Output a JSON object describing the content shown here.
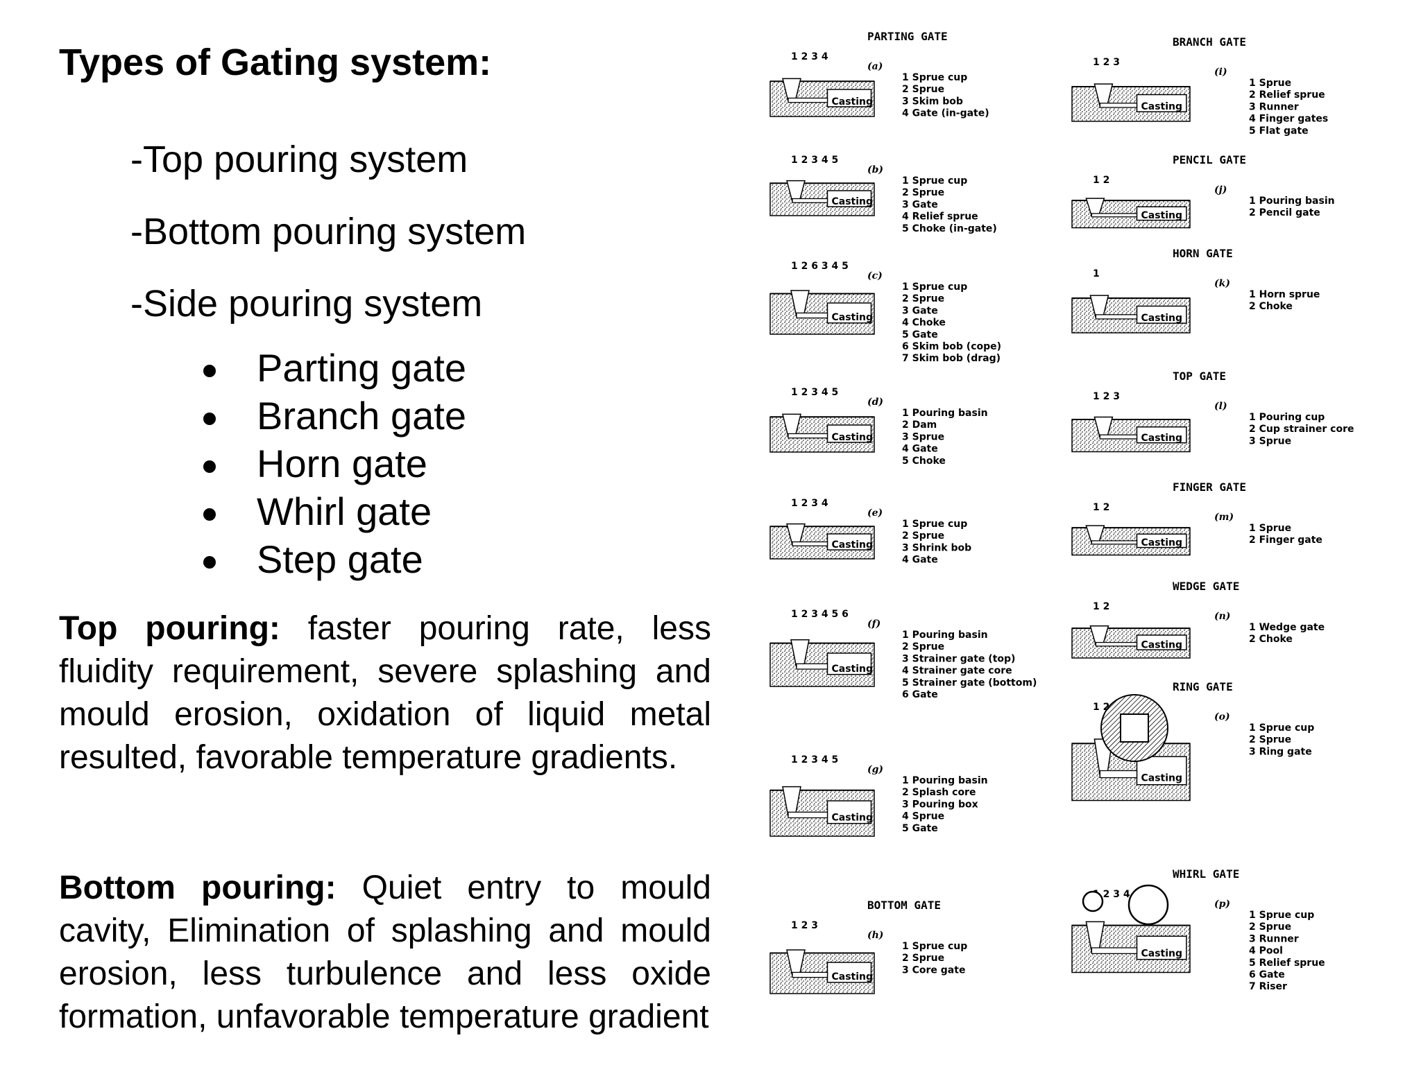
{
  "heading": "Types of Gating system:",
  "pouring_systems": [
    "-Top pouring system",
    "-Bottom pouring system",
    "-Side pouring system"
  ],
  "side_gates": [
    "Parting gate",
    "Branch gate",
    "Horn gate",
    "Whirl gate",
    "Step gate"
  ],
  "top_pouring": {
    "label": "Top pouring:",
    "text": "faster pouring rate, less fluidity requirement, severe splashing and mould erosion, oxidation of liquid metal resulted, favorable temperature gradients."
  },
  "bottom_pouring": {
    "label": "Bottom pouring:",
    "text": "Quiet entry to mould cavity, Elimination of splashing and mould erosion, less turbulence and less oxide formation, unfavorable temperature gradient"
  },
  "figure": {
    "casting_label": "Casting",
    "panels": [
      {
        "title": "PARTING GATE",
        "letter": "(a)",
        "nums": "1 2  3 4",
        "legend": [
          "1  Sprue cup",
          "2  Sprue",
          "3  Skim bob",
          "4  Gate (in-gate)"
        ]
      },
      {
        "letter": "(b)",
        "nums": "1 2 3 4  5",
        "legend": [
          "1  Sprue cup",
          "2  Sprue",
          "3  Gate",
          "4  Relief sprue",
          "5  Choke (in-gate)"
        ]
      },
      {
        "letter": "(c)",
        "nums": "1 2 6 3 4 5",
        "legend": [
          "1  Sprue cup",
          "2  Sprue",
          "3  Gate",
          "4  Choke",
          "5  Gate",
          "6  Skim bob (cope)",
          "7  Skim bob (drag)"
        ]
      },
      {
        "letter": "(d)",
        "nums": "1   2  3 4    5",
        "legend": [
          "1  Pouring basin",
          "2  Dam",
          "3  Sprue",
          "4  Gate",
          "5  Choke"
        ]
      },
      {
        "letter": "(e)",
        "nums": "1 2 3 4",
        "legend": [
          "1  Sprue cup",
          "2  Sprue",
          "3  Shrink bob",
          "4  Gate"
        ]
      },
      {
        "letter": "(f)",
        "nums": "1     2  3 4 5 6",
        "legend": [
          "1  Pouring basin",
          "2  Sprue",
          "3  Strainer gate (top)",
          "4  Strainer gate core",
          "5  Strainer gate (bottom)",
          "6  Gate"
        ]
      },
      {
        "letter": "(g)",
        "nums": "1 2   3 4 5",
        "legend": [
          "1  Pouring basin",
          "2  Splash core",
          "3  Pouring box",
          "4  Sprue",
          "5  Gate"
        ]
      },
      {
        "title": "BOTTOM GATE",
        "letter": "(h)",
        "nums": "1 2 3",
        "legend": [
          "1  Sprue cup",
          "2  Sprue",
          "3  Core gate"
        ]
      },
      {
        "title": "BRANCH GATE",
        "letter": "(i)",
        "nums": "1    2    3",
        "legend": [
          "1  Sprue",
          "2  Relief sprue",
          "3  Runner",
          "4  Finger gates",
          "5  Flat gate"
        ]
      },
      {
        "title": "PENCIL GATE",
        "letter": "(j)",
        "nums": "1    2",
        "legend": [
          "1  Pouring basin",
          "2  Pencil gate"
        ]
      },
      {
        "title": "HORN GATE",
        "letter": "(k)",
        "nums": "1",
        "legend": [
          "1  Horn sprue",
          "2  Choke"
        ]
      },
      {
        "title": "TOP GATE",
        "letter": "(l)",
        "nums": "1 2   3",
        "legend": [
          "1  Pouring cup",
          "2  Cup strainer core",
          "3  Sprue"
        ]
      },
      {
        "title": "FINGER GATE",
        "letter": "(m)",
        "nums": "1   2",
        "legend": [
          "1  Sprue",
          "2  Finger gate"
        ]
      },
      {
        "title": "WEDGE GATE",
        "letter": "(n)",
        "nums": "1  2",
        "legend": [
          "1  Wedge gate",
          "2  Choke"
        ]
      },
      {
        "title": "RING GATE",
        "letter": "(o)",
        "nums": "1 2   3",
        "legend": [
          "1  Sprue cup",
          "2  Sprue",
          "3  Ring gate"
        ]
      },
      {
        "title": "WHIRL GATE",
        "letter": "(p)",
        "nums": "1 2 3    4 5",
        "legend": [
          "1  Sprue cup",
          "2  Sprue",
          "3  Runner",
          "4  Pool",
          "5  Relief sprue",
          "6  Gate",
          "7  Riser"
        ]
      }
    ]
  }
}
